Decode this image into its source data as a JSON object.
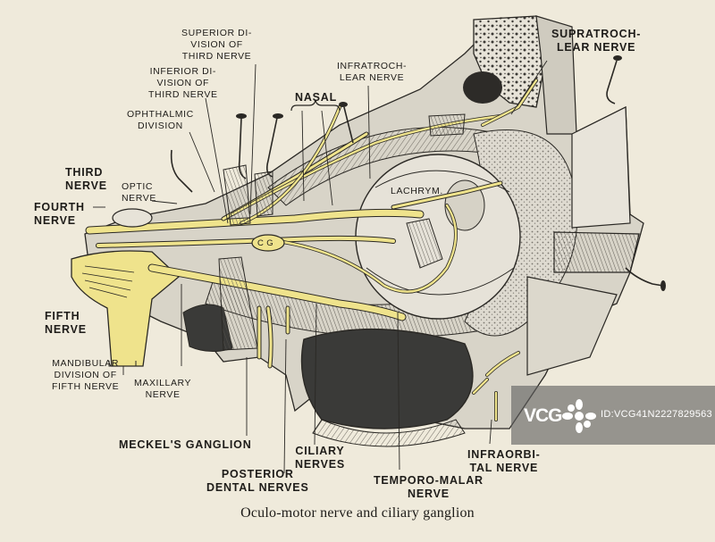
{
  "figure": {
    "caption": "Oculo-motor nerve and ciliary ganglion",
    "labels": {
      "superior_division": "SUPERIOR DI-\nVISION OF\nTHIRD NERVE",
      "inferior_division": "INFERIOR DI-\nVISION OF\nTHIRD NERVE",
      "ophthalmic_division": "OPHTHALMIC\nDIVISION",
      "third_nerve": "THIRD\nNERVE",
      "optic_nerve": "OPTIC\nNERVE",
      "fourth_nerve": "FOURTH\nNERVE",
      "fifth_nerve": "FIFTH\nNERVE",
      "mandibular_division": "MANDIBULAR\nDIVISION OF\nFIFTH NERVE",
      "maxillary_nerve": "MAXILLARY\nNERVE",
      "meckels_ganglion": "MECKEL'S GANGLION",
      "posterior_dental_nerves": "POSTERIOR\nDENTAL NERVES",
      "ciliary_nerves": "CILIARY\nNERVES",
      "temporo_malar_nerve": "TEMPORO-MALAR\nNERVE",
      "infraorbital_nerve": "INFRAORBI-\nTAL NERVE",
      "supratrochlear_nerve": "SUPRATROCH-\nLEAR NERVE",
      "infratrochlear_nerve": "INFRATROCH-\nLEAR NERVE",
      "nasal": "NASAL",
      "lachrym": "LACHRYM.",
      "cg": "C G"
    }
  },
  "watermark": {
    "logo_text": "VCG",
    "id_text": "ID:VCG41N2227829563"
  },
  "colors": {
    "nerve_yellow": "#efe38c",
    "ink": "#1e1c19",
    "paper": "#efeadb",
    "dark_cavity": "#3a3a38"
  }
}
